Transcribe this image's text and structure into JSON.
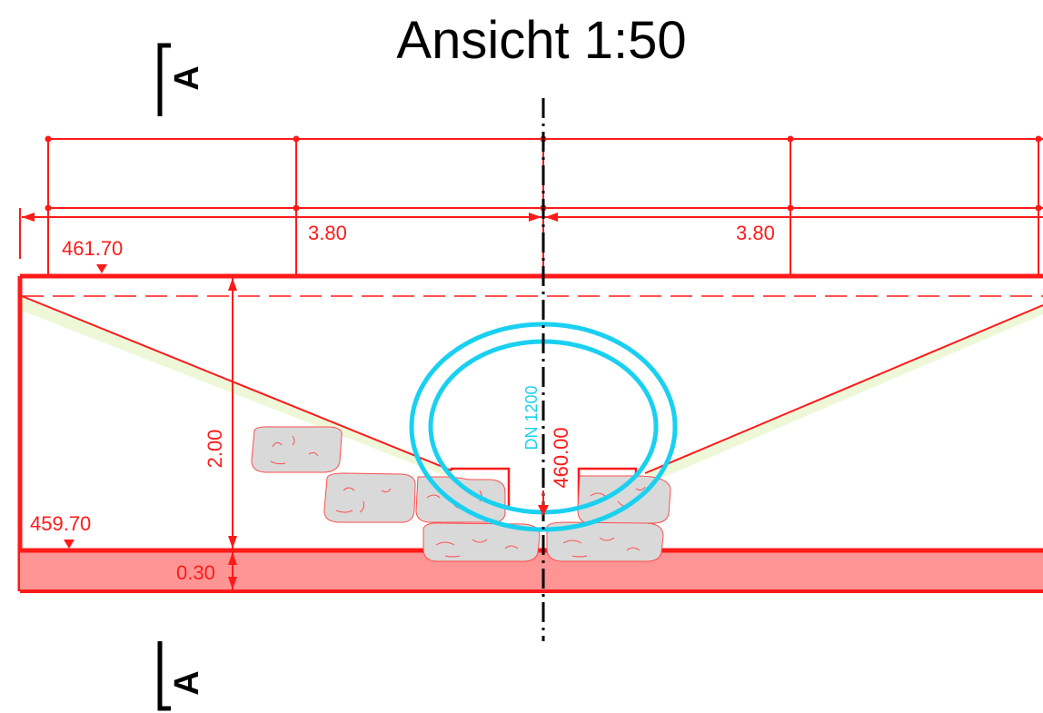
{
  "title": "Ansicht 1:50",
  "section_marker": {
    "label": "A"
  },
  "dimensions": {
    "span_left": "3.80",
    "span_right": "3.80",
    "height": "2.00",
    "slab": "0.30"
  },
  "levels": {
    "top": "461.70",
    "bottom": "459.70",
    "invert": "460.00"
  },
  "pipe": {
    "label": "DN 1200",
    "color": "#1ad0f0"
  },
  "colors": {
    "structure": "#ff1a1a",
    "slab_fill": "#ff9494",
    "stone_fill": "#d9d9d9",
    "embankment": "#eef8d8",
    "text": "#000000"
  }
}
